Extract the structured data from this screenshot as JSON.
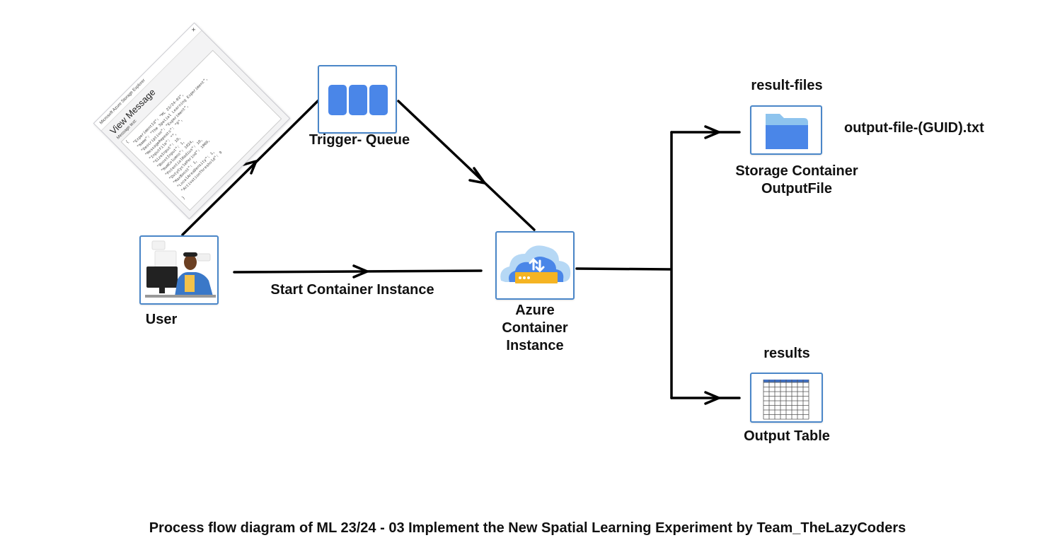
{
  "popup": {
    "window_title": "Microsoft Azure Storage Explorer",
    "close_glyph": "✕",
    "title": "View Message",
    "message_label": "Message text:",
    "message_lines": [
      "{",
      "  \"ExperimentId\": \"ML 23/24-03\",",
      "  \"Name\": \"The Spatial Learning Experiment\",",
      "  \"Description\": \"Experiment\",",
      "  \"MessageRepeats\": \"6\",",
      "  \"InputFile\": \"\",",
      "  \"SizeInput\": 10,",
      "  \"BoostInput\": 1,",
      "  \"NumColumns\": 1024,",
      "  \"PotentialRadius\": 10,",
      "  \"DutyCyclePeriod\": 1000,",
      "  \"MaxBoost\": 1,",
      "  \"LocalAreaDensity\": 1,",
      "  \"ActivationThreshold\": 9",
      "}"
    ]
  },
  "nodes": {
    "trigger_queue": {
      "label": "Trigger- Queue",
      "icon": "queue-icon"
    },
    "user": {
      "label": "User",
      "icon": "user-illustration-icon"
    },
    "aci": {
      "label_lines": [
        "Azure",
        "Container",
        "Instance"
      ],
      "icon": "cloud-container-icon"
    },
    "storage": {
      "title": "result-files",
      "label_lines": [
        "Storage Container",
        "OutputFile"
      ],
      "icon": "folder-icon"
    },
    "table": {
      "title": "results",
      "label": "Output Table",
      "icon": "table-grid-icon"
    }
  },
  "edges": {
    "start_label": "Start Container Instance"
  },
  "output_file_label": "output-file-(GUID).txt",
  "caption": "Process flow diagram of ML 23/24 - 03 Implement the New Spatial Learning Experiment by Team_TheLazyCoders",
  "colors": {
    "accent_blue": "#4a86e8",
    "node_border": "#4a86c8",
    "folder_tab": "#8ec4ee",
    "container_yellow": "#f5b423",
    "cloud_light": "#b6d8f5",
    "table_header": "#3f6fc2"
  }
}
